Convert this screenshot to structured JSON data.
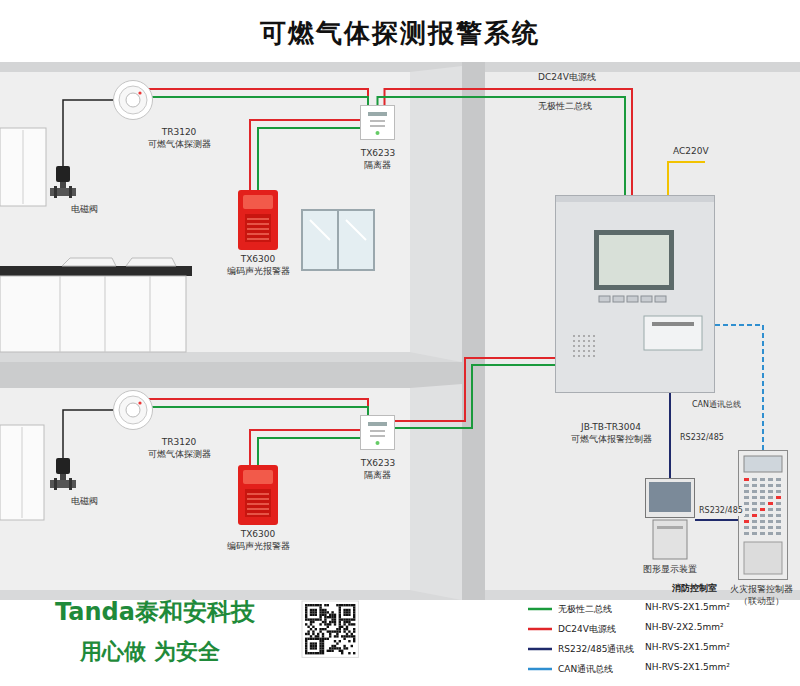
{
  "diagram": {
    "title": "可燃气体探测报警系统",
    "nodes": [
      {
        "text": [
          "TR3120",
          "可燃气体探测器"
        ]
      },
      {
        "text": [
          "TX6233",
          "隔离器"
        ]
      },
      {
        "text": [
          "电磁阀"
        ]
      },
      {
        "text": [
          "TX6300",
          "编码声光报警器"
        ]
      },
      {
        "text": [
          "JB-TB-TR3004",
          "可燃气体报警控制器"
        ]
      },
      {
        "text": [
          "TR3120",
          "可燃气体探测器"
        ]
      },
      {
        "text": [
          "TX6233",
          "隔离器"
        ]
      },
      {
        "text": [
          "电磁阀"
        ]
      },
      {
        "text": [
          "TX6300",
          "编码声光报警器"
        ]
      },
      {
        "text": [
          "图形显示装置"
        ]
      },
      {
        "text": [
          "火灾报警控制器 （联动型）"
        ]
      }
    ],
    "edges": [
      {
        "from": 4,
        "to": 1,
        "arrow": "none"
      },
      {
        "from": 1,
        "to": 0,
        "arrow": "none"
      },
      {
        "from": 1,
        "to": 3,
        "arrow": "none"
      },
      {
        "from": 0,
        "to": 2,
        "arrow": "none"
      },
      {
        "from": 4,
        "to": 6,
        "arrow": "none"
      },
      {
        "from": 6,
        "to": 5,
        "arrow": "none"
      },
      {
        "from": 6,
        "to": 8,
        "arrow": "none"
      },
      {
        "from": 5,
        "to": 7,
        "arrow": "none"
      },
      {
        "from": 4,
        "to": 9,
        "label": "RS232/485",
        "arrow": "none"
      },
      {
        "from": 4,
        "to": 10,
        "label": "CAN通讯总线",
        "arrow": "none"
      },
      {
        "from": 9,
        "to": 10,
        "label": "RS232/485",
        "arrow": "none"
      }
    ],
    "labels": [
      "DC24V电源线",
      "无极性二总线",
      "AC220V",
      "消防控制室",
      "NH-RVS-2X1.5mm²",
      "NH-BV-2X2.5mm²",
      "NH-RVS-2X1.5mm²",
      "NH-RVS-2X1.5mm²",
      "Tanda泰和安科技",
      "用心做 为安全"
    ],
    "legend": [
      {
        "text": "无极性二总线"
      },
      {
        "text": "DC24V电源线"
      },
      {
        "text": "RS232/485通讯线"
      },
      {
        "text": "CAN通讯总线"
      }
    ]
  }
}
